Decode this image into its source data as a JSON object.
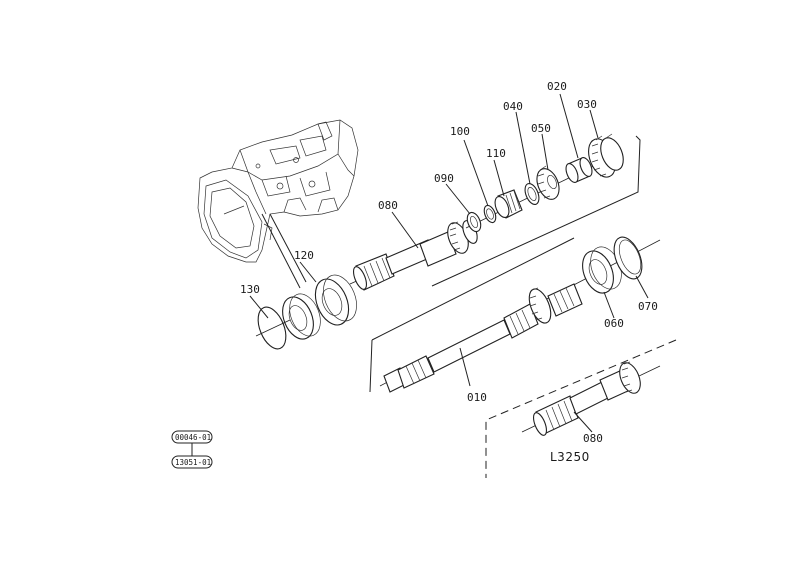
{
  "parts": {
    "p010": "010",
    "p020": "020",
    "p030": "030",
    "p040": "040",
    "p050": "050",
    "p060": "060",
    "p070": "070",
    "p080": "080",
    "p080b": "080",
    "p090": "090",
    "p100": "100",
    "p110": "110",
    "p120": "120",
    "p130": "130"
  },
  "variant_label": "L3250",
  "reference_codes": {
    "top": "00046-01",
    "bottom": "13051-01"
  }
}
